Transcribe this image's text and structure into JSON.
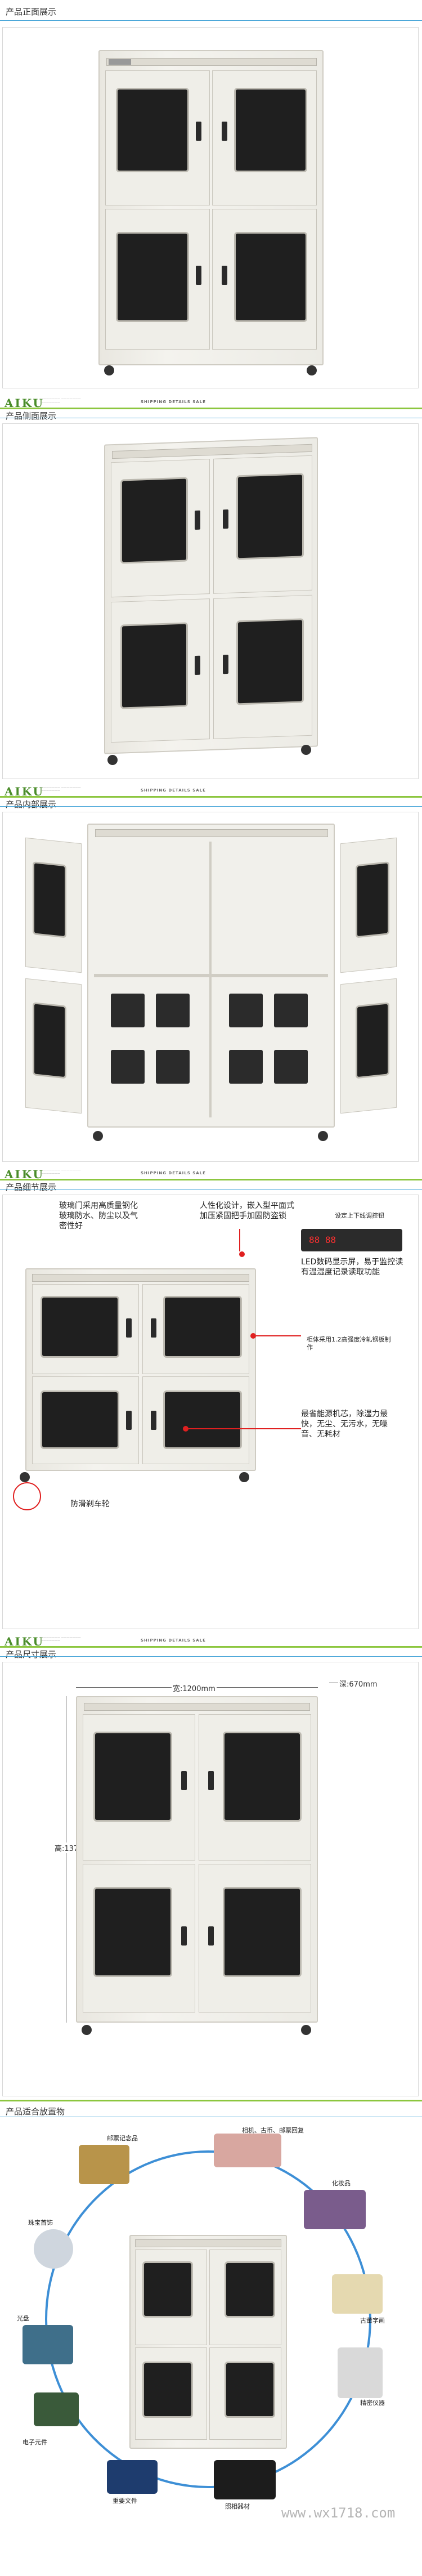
{
  "header": {
    "logo": "AIKU",
    "logo_sub": "——————— ——————— ———————",
    "tagline": "SHIPPING DETAILS SALE"
  },
  "sections": [
    {
      "title": "产品正面展示"
    },
    {
      "title": "产品侧面展示"
    },
    {
      "title": "产品内部展示"
    },
    {
      "title": "产品细节展示"
    },
    {
      "title": "产品尺寸展示"
    },
    {
      "title": "产品适合放置物"
    }
  ],
  "details": {
    "glass_note": "玻璃门采用高质量钢化玻璃防水、防尘以及气密性好",
    "design_note": "人性化设计，嵌入型平面式加压紧固把手加固防盗锁",
    "key_label": "设定上下线调控钮",
    "led_note": "LED数码显示屏，易于监控读有温湿度记录读取功能",
    "plate_note": "柜体采用1.2高强度冷轧钢板制作",
    "desiccant_note": "最省能源机芯，除湿力最快，无尘、无污水，无噪音、无耗材",
    "wheel_note": "防滑刹车轮",
    "led_display": "88 88"
  },
  "dimensions": {
    "width": "宽:1200mm",
    "depth": "深:670mm",
    "height": "高:1374mm"
  },
  "applications": {
    "labels": [
      "邮票记念品",
      "相机、古币、邮票回复",
      "珠宝首饰",
      "化妆品",
      "光盘",
      "古董字画",
      "电子元件",
      "精密仪器",
      "重要文件",
      "照相器材"
    ]
  },
  "watermark": "www.wx1718.com"
}
